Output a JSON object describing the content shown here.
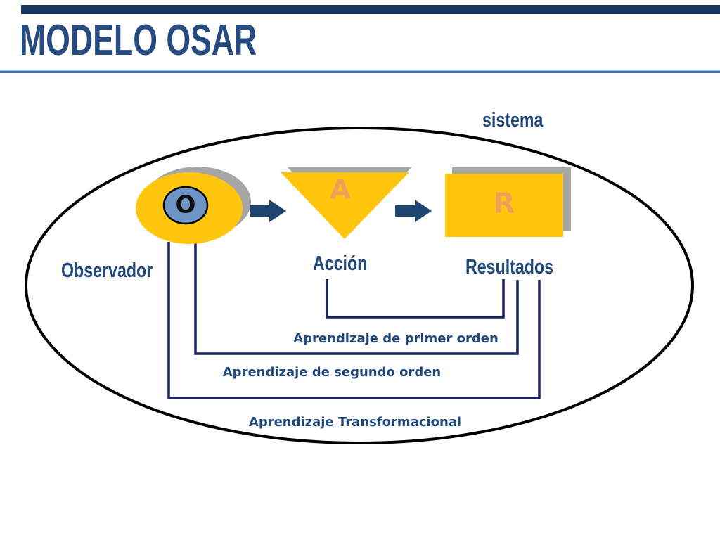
{
  "slide": {
    "title": "MODELO OSAR",
    "diagram": {
      "system_label": "sistema",
      "nodes": [
        {
          "letter": "O",
          "label": "Observador"
        },
        {
          "letter": "A",
          "label": "Acción"
        },
        {
          "letter": "R",
          "label": "Resultados"
        }
      ],
      "feedback_loops": [
        {
          "label": "Aprendizaje de primer orden"
        },
        {
          "label": "Aprendizaje de segundo orden"
        },
        {
          "label": "Aprendizaje Transformacional"
        }
      ]
    },
    "colors": {
      "header_bar": "#17375E",
      "title_text": "#254B80",
      "rule_light_blue": "#9CC3E6",
      "rule_dark_blue": "#3E6EA6",
      "label_blue": "#21497B",
      "shape_yellow": "#FFC60D",
      "shape_shadow_gray": "#A6A6A6",
      "observer_inner_blue": "#6D94C4",
      "letter_orange": "#EFA057",
      "letter_black": "#101010",
      "arrow_navy": "#1E4470",
      "loop_line_navy": "#1A2166",
      "system_outline": "#000000"
    }
  }
}
